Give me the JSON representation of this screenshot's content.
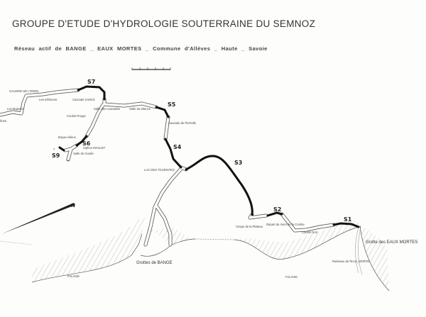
{
  "title": "GROUPE D'ETUDE D'HYDROLOGIE SOUTERRAINE DU SEMNOZ",
  "subtitle": "Réseau actif de BANGE _ EAUX MORTES _ Commune d'Allèves _ Haute _ Savoie",
  "compass": {
    "label": "N"
  },
  "sumps": [
    "S1",
    "S2",
    "S3",
    "S4",
    "S5",
    "S6",
    "S7",
    "S9"
  ],
  "labels": {
    "galerie_eden": "GALERIE DE L'EDEN",
    "les_majeurs": "Les Majeurs",
    "les_inferieurs": "Les Inférieurs",
    "west_end": "ênes",
    "cascade_mick": "Cascade à MICK",
    "salle_cascades": "Salle des Cascades",
    "salle_silence": "Salle du Silence",
    "couloir_rouge": "Couloir Rouge",
    "boyau_vilieux": "Boyau vilieux",
    "siphon_maulet": "Siphon MAULET",
    "salle_gouttes": "Salle de Goutte",
    "question": "?",
    "cascade_echelle": "Cascade de l'Echelle",
    "lac_touristes": "LAC DES TOURISTES",
    "cirque_plateau": "Cirque de la Plateau",
    "depart_combe": "Départ du mont de la Combe",
    "couloir_noir": "Couloir Noir",
    "grotte_eaux_mortes": "Grotte des EAUX MORTES",
    "ruisseau": "Ruisseau de l'EAU_MORTE",
    "grottes_bange": "Grottes de BANGE",
    "falaise": "FALAISE"
  },
  "colors": {
    "passage": "#555555",
    "sump": "#111111",
    "background": "#fdfdfb"
  }
}
